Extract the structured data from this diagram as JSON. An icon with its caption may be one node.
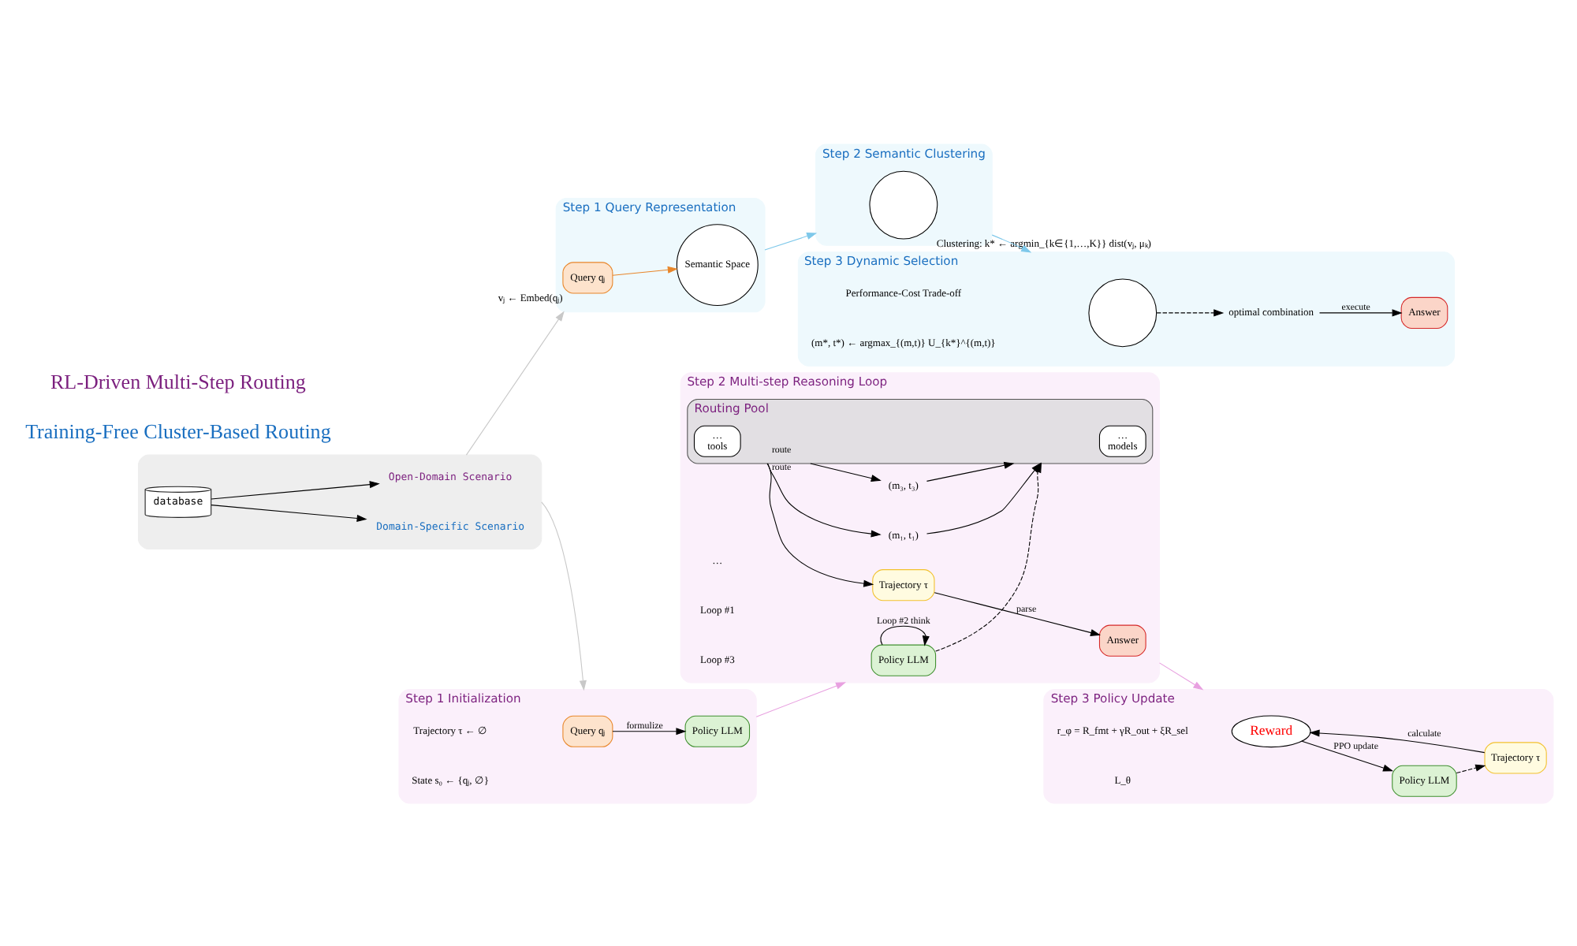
{
  "diagram": {
    "nodes": [
      {
        "text": [],
        "shape": "box"
      },
      {
        "text": [
          "Domain-Specific Scenario"
        ],
        "in": 0
      },
      {
        "text": [
          "database"
        ],
        "in": 0
      },
      {
        "text": [
          "Open-Domain Scenario"
        ],
        "in": 0
      },
      {
        "text": [
          "Step 1 Query Representation"
        ]
      },
      {
        "text": [
          "Query qⱼ"
        ],
        "in": 4,
        "beside": [
          "vⱼ ← Embed(qⱼ)"
        ]
      },
      {
        "text": [
          "Semantic Space"
        ],
        "in": 4
      },
      {
        "text": [
          "Step 2 Semantic Clustering"
        ]
      },
      {
        "text": [],
        "shape": "circle",
        "in": 7,
        "beside": [
          "Clustering: k* ← argmin_{k∈{1,…,K}} dist(vⱼ, μₖ)"
        ]
      },
      {
        "text": [
          "Step 3 Dynamic Selection"
        ]
      },
      {
        "text": [],
        "shape": "circle",
        "in": 9
      },
      {
        "text": [
          "optimal combination"
        ],
        "in": 9
      },
      {
        "text": [
          "Answer"
        ],
        "in": 9
      },
      {
        "text": [
          "Step 1 Initialization"
        ]
      },
      {
        "text": [
          "Query qⱼ"
        ],
        "in": 13
      },
      {
        "text": [
          "Policy LLM"
        ],
        "in": 13
      },
      {
        "text": [
          "Step 2 Multi-step Reasoning Loop"
        ]
      },
      {
        "text": [
          "Policy LLM"
        ],
        "in": 16
      },
      {
        "text": [
          "Routing Pool"
        ],
        "in": 16
      },
      {
        "text": [
          "…",
          "models"
        ],
        "in": 18
      },
      {
        "text": [
          "…",
          "tools"
        ],
        "in": 18
      },
      {
        "text": [
          "(m₁, t₁)"
        ],
        "in": 16
      },
      {
        "text": [
          "(m₃, t₃)"
        ],
        "in": 16
      },
      {
        "text": [
          "Trajectory τ"
        ],
        "in": 16
      },
      {
        "text": [
          "Answer"
        ],
        "in": 16
      },
      {
        "text": [
          "Step 3 Policy Update"
        ]
      },
      {
        "text": [
          "Reward"
        ],
        "in": 25
      },
      {
        "text": [
          "Policy LLM"
        ],
        "in": 25
      },
      {
        "text": [
          "Trajectory τ"
        ],
        "in": 25
      }
    ],
    "edges": [
      {
        "from": 2,
        "to": 1,
        "arrow": "to"
      },
      {
        "from": 2,
        "to": 3,
        "arrow": "to"
      },
      {
        "from": 0,
        "to": 4,
        "arrow": "to",
        "color": "#c8c8c8"
      },
      {
        "from": 0,
        "to": 13,
        "arrow": "to",
        "color": "#c8c8c8"
      },
      {
        "from": 5,
        "to": 6,
        "arrow": "to",
        "color": "#e8862a"
      },
      {
        "from": 4,
        "to": 7,
        "arrow": "to",
        "color": "#7ec8ea"
      },
      {
        "from": 7,
        "to": 9,
        "arrow": "to",
        "color": "#7ec8ea"
      },
      {
        "from": 10,
        "to": 11,
        "arrow": "to",
        "style": "dashed"
      },
      {
        "from": 11,
        "to": 12,
        "label": "execute",
        "arrow": "to"
      },
      {
        "from": 14,
        "to": 15,
        "label": "formulize",
        "arrow": "to"
      },
      {
        "from": 13,
        "to": 16,
        "arrow": "to",
        "color": "#e8a0e0"
      },
      {
        "from": 16,
        "to": 25,
        "arrow": "to",
        "color": "#e8a0e0"
      },
      {
        "from": 17,
        "to": 17,
        "label": "Loop #2 think",
        "arrow": "to"
      },
      {
        "from": 17,
        "to": 18,
        "arrow": "to",
        "style": "dashed"
      },
      {
        "from": 18,
        "to": 21,
        "label": "route",
        "arrow": "to"
      },
      {
        "from": 21,
        "to": 18,
        "arrow": "to"
      },
      {
        "from": 18,
        "to": 22,
        "label": "route",
        "arrow": "to"
      },
      {
        "from": 22,
        "to": 18,
        "arrow": "to"
      },
      {
        "from": 18,
        "to": 23,
        "arrow": "to"
      },
      {
        "from": 23,
        "to": 24,
        "label": "parse",
        "arrow": "to"
      },
      {
        "from": 26,
        "to": 27,
        "label": "PPO update",
        "arrow": "to"
      },
      {
        "from": 27,
        "to": 28,
        "arrow": "to",
        "style": "dashed"
      },
      {
        "from": 28,
        "to": 26,
        "label": "calculate",
        "arrow": "to"
      }
    ],
    "labels": [
      "Training-Free Cluster-Based Routing",
      "Performance-Cost Trade-off",
      "(m*, t*) ← argmax_{(m,t)} U_{k*}^{(m,t)}",
      "Trajectory τ ← ∅",
      "State s₀ ← {qⱼ, ∅}",
      "Loop #1",
      "Loop #3",
      "…",
      "r_φ = R_fmt + γR_out + ξR_sel",
      "L_θ",
      "RL-Driven Multi-Step Routing"
    ]
  }
}
